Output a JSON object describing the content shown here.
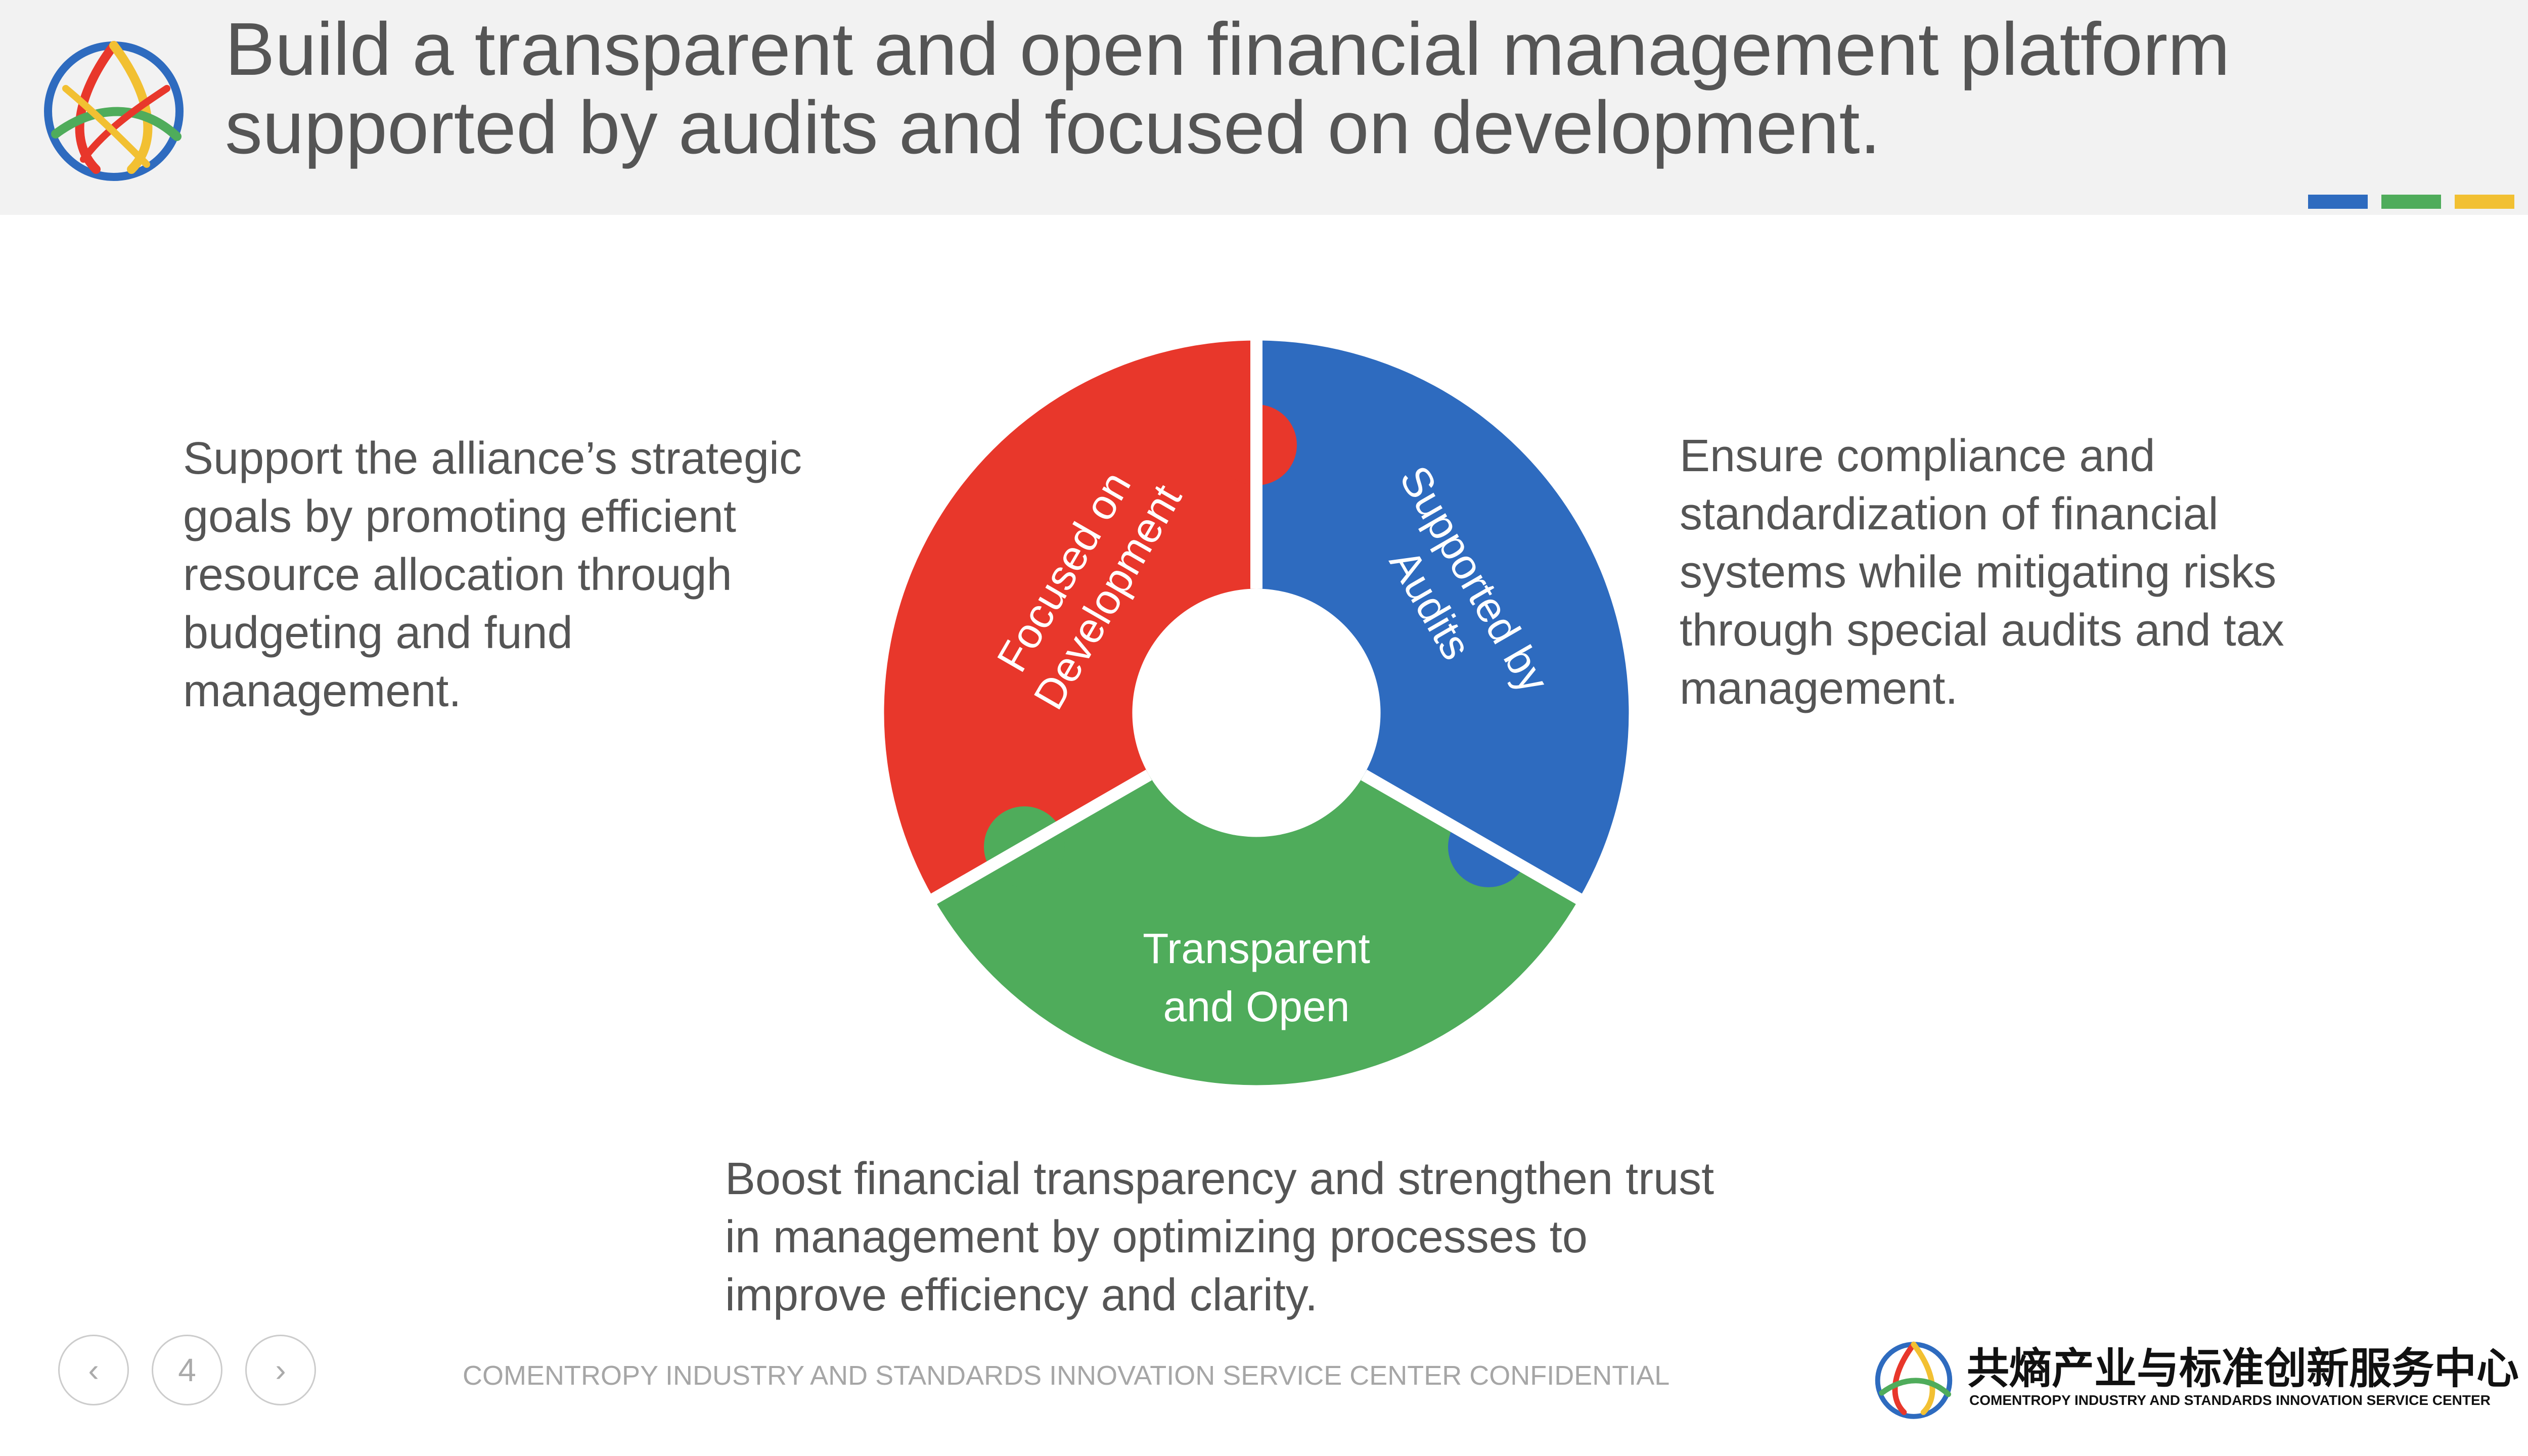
{
  "header": {
    "title_line1": "Build a transparent and open financial management platform",
    "title_line2": "supported by audits and focused on development."
  },
  "colors": {
    "red": "#E8372B",
    "blue": "#2E6BBF",
    "green": "#4FAC5B",
    "yellow": "#F2C032",
    "text": "#555555"
  },
  "diagram": {
    "segments": [
      {
        "label_line1": "Focused on",
        "label_line2": "Development"
      },
      {
        "label_line1": "Supported by",
        "label_line2": "Audits"
      },
      {
        "label_line1": "Transparent",
        "label_line2": "and Open"
      }
    ]
  },
  "descriptions": {
    "left": [
      "Support the alliance’s strategic",
      "goals by promoting efficient",
      "resource allocation through",
      "budgeting and fund",
      "management."
    ],
    "right": [
      "Ensure compliance and",
      "standardization of financial",
      "systems while mitigating risks",
      "through special audits and tax",
      "management."
    ],
    "bottom": [
      "Boost financial transparency and strengthen trust",
      "in management by optimizing processes to",
      "improve efficiency and clarity."
    ]
  },
  "footer": {
    "page_number": "4",
    "prev_glyph": "‹",
    "next_glyph": "›",
    "confidential": "COMENTROPY INDUSTRY AND STANDARDS INNOVATION SERVICE CENTER CONFIDENTIAL",
    "org_name_cn": "共熵产业与标准创新服务中心",
    "org_name_en": "COMENTROPY INDUSTRY AND STANDARDS INNOVATION SERVICE CENTER"
  }
}
